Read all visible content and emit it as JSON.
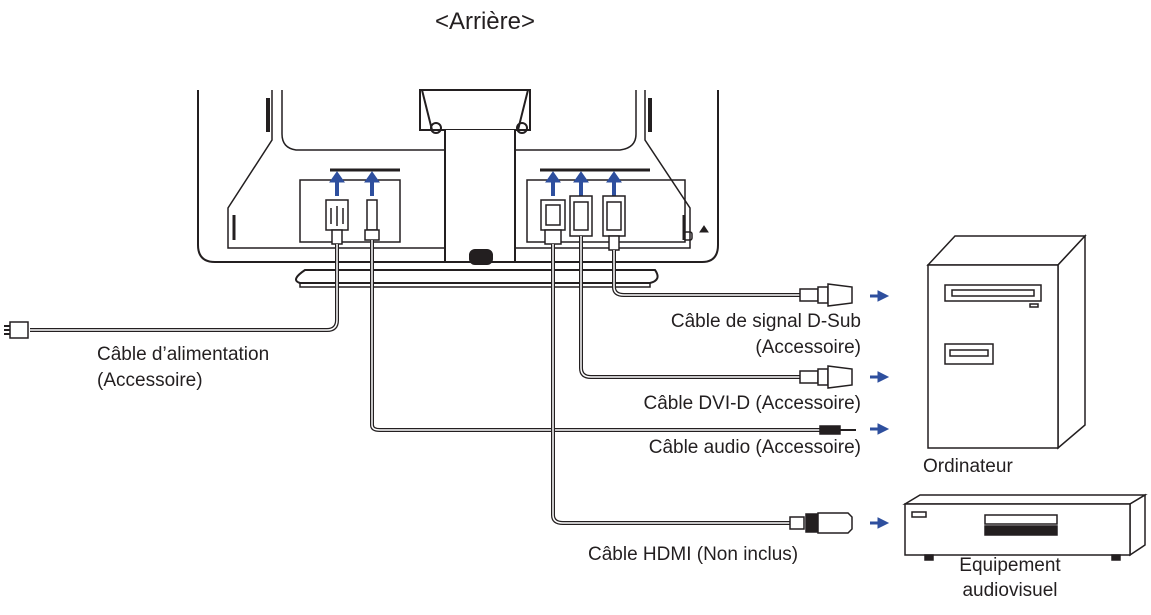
{
  "title": "<Arrière>",
  "cables": {
    "power_line1": "Câble d’alimentation",
    "power_line2": "(Accessoire)",
    "dsub_line1": "Câble de signal D-Sub",
    "dsub_line2": "(Accessoire)",
    "dvi": "Câble DVI-D (Accessoire)",
    "audio": "Câble audio (Accessoire)",
    "hdmi": "Câble HDMI (Non inclus)"
  },
  "devices": {
    "computer": "Ordinateur",
    "av_line1": "Equipement",
    "av_line2": "audiovisuel"
  },
  "colors": {
    "line": "#231f20",
    "arrow": "#2e4f9e"
  }
}
